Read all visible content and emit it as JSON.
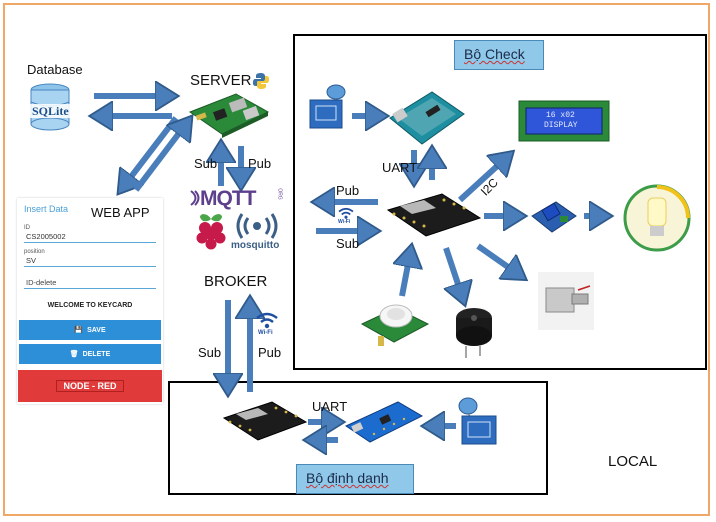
{
  "labels": {
    "database": "Database",
    "sqlite": "SQLite",
    "server": "SERVER",
    "sub_server": "Sub",
    "pub_server": "Pub",
    "broker": "BROKER",
    "mqtt": "MQTT",
    "mqtt_org": "ORG",
    "mosquitto": "mosquitto",
    "sub_broker": "Sub",
    "pub_broker": "Pub",
    "wifi": "Wi-Fi",
    "check_title": "Bộ Check",
    "uart_check": "UART",
    "pub_check": "Pub",
    "sub_check": "Sub",
    "i2c": "I2C",
    "lcd_line1": "16 x02",
    "lcd_line2": "DISPLAY",
    "uart_id": "UART",
    "id_title": "Bộ định danh",
    "local": "LOCAL"
  },
  "webapp": {
    "title": "Insert Data",
    "heading": "WEB APP",
    "field_id_label": "ID",
    "field_id_value": "CS2005002",
    "field_position_label": "position",
    "field_position_value": "SV",
    "field_delete_placeholder": "ID-delete",
    "welcome": "WELCOME TO KEYCARD",
    "save_label": "SAVE",
    "delete_label": "DELETE",
    "nodered_label": "NODE - RED"
  },
  "colors": {
    "arrow": "#4a7ebb",
    "arrow_stroke": "#2f5a8a",
    "frame": "#f0a868",
    "tag_bg": "#8fc8e8",
    "button": "#2d8fd8",
    "nodered": "#e03a3a"
  }
}
